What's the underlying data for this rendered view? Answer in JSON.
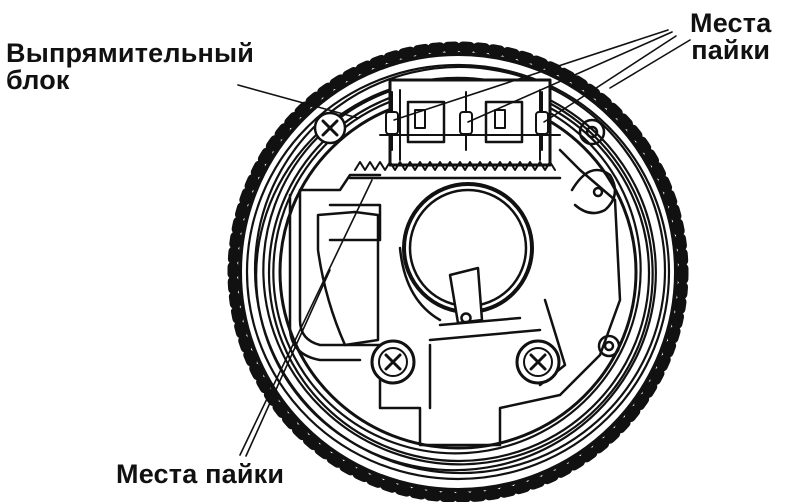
{
  "labels": {
    "rectifier_line1": "Выпрямительный",
    "rectifier_line2": "блок",
    "solder_top_line1": "Места",
    "solder_top_line2": "пайки",
    "solder_bottom": "Места пайки"
  },
  "colors": {
    "ink": "#111111",
    "background": "#ffffff"
  }
}
